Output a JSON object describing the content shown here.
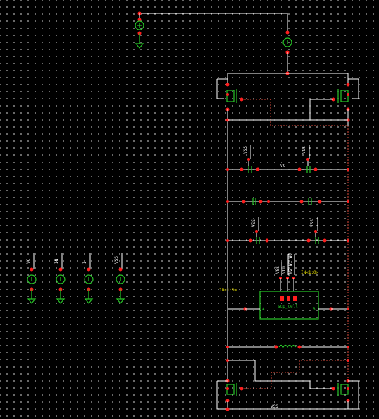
{
  "colors": {
    "background": "#000000",
    "grid_dots": "#c8c8c8",
    "wire": "#ffffff",
    "device": "#28c828",
    "pin": "#ff1e1e",
    "net_highlight": "#d84a3a",
    "pin_label": "#e8e000"
  },
  "labels": {
    "vc_net": "VC",
    "vss_bottom": "VSS",
    "vss_cap1": "VSS",
    "vss_cap2": "VSS",
    "vss_cap3": "VSS",
    "vss_cap4": "VSS",
    "vss_cell": "VSS",
    "vdd_cell": "VDD",
    "supply_vc": "VC",
    "supply_in": "IN",
    "supply_i": "I",
    "supply_vss": "VSS",
    "cell_name": "sqp_cell",
    "cell_pin_a": "A",
    "cell_pin_b": "B",
    "cell_pins_top": "W2 W1 W0",
    "pin_a_left": "IN<1:0>",
    "pin_b_right": "IN<1:0>"
  },
  "icons": {
    "voltage_source": "voltage-source-icon",
    "current_source": "current-source-icon",
    "ground": "ground-icon",
    "nmos": "nmos-icon",
    "pmos": "pmos-icon",
    "capacitor": "capacitor-icon",
    "inductor": "inductor-icon"
  }
}
